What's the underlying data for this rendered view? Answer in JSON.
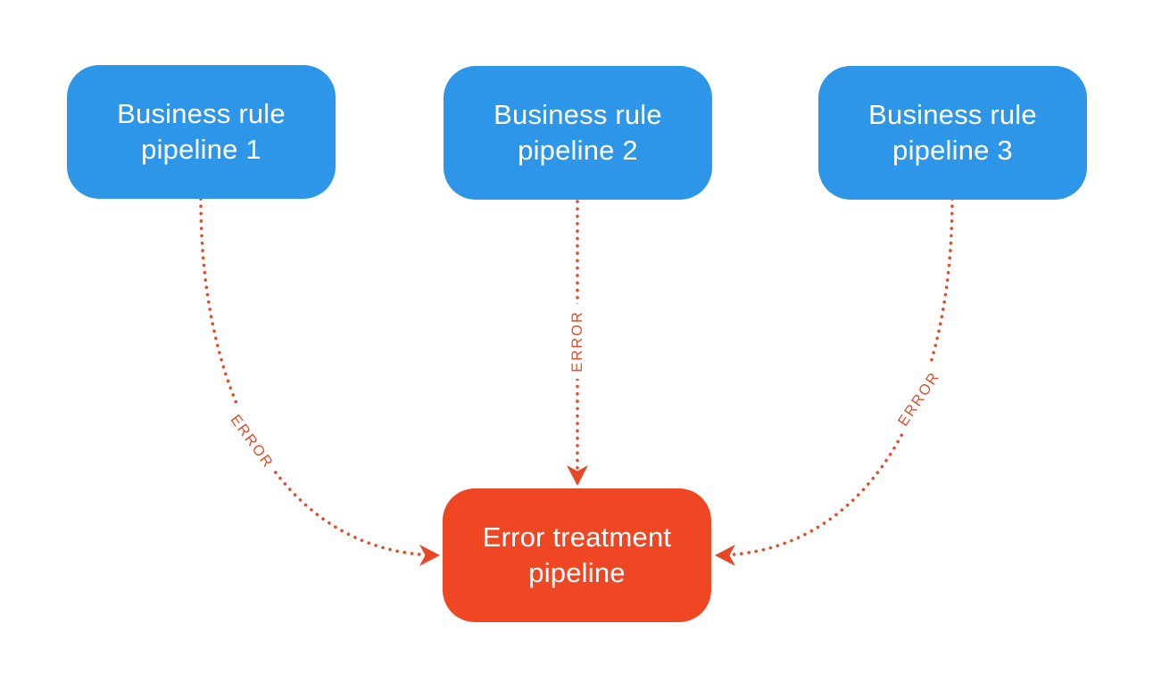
{
  "nodes": {
    "pipeline1": {
      "label": "Business rule pipeline 1",
      "line1": "Business rule",
      "line2": "pipeline 1"
    },
    "pipeline2": {
      "label": "Business rule pipeline 2",
      "line1": "Business rule",
      "line2": "pipeline 2"
    },
    "pipeline3": {
      "label": "Business rule pipeline 3",
      "line1": "Business rule",
      "line2": "pipeline 3"
    },
    "errorTreatment": {
      "label": "Error treatment pipeline",
      "line1": "Error treatment",
      "line2": "pipeline"
    }
  },
  "edges": [
    {
      "from": "pipeline1",
      "to": "errorTreatment",
      "label": "ERROR"
    },
    {
      "from": "pipeline2",
      "to": "errorTreatment",
      "label": "ERROR"
    },
    {
      "from": "pipeline3",
      "to": "errorTreatment",
      "label": "ERROR"
    }
  ],
  "colors": {
    "source_node_fill": "#2e96e8",
    "target_node_fill": "#ef4724",
    "node_text": "#ffffff",
    "edge_stroke": "#dd4f2d",
    "edge_label_text": "#dd4f2d",
    "arrowhead_fill": "#e64827",
    "background": "#ffffff"
  }
}
